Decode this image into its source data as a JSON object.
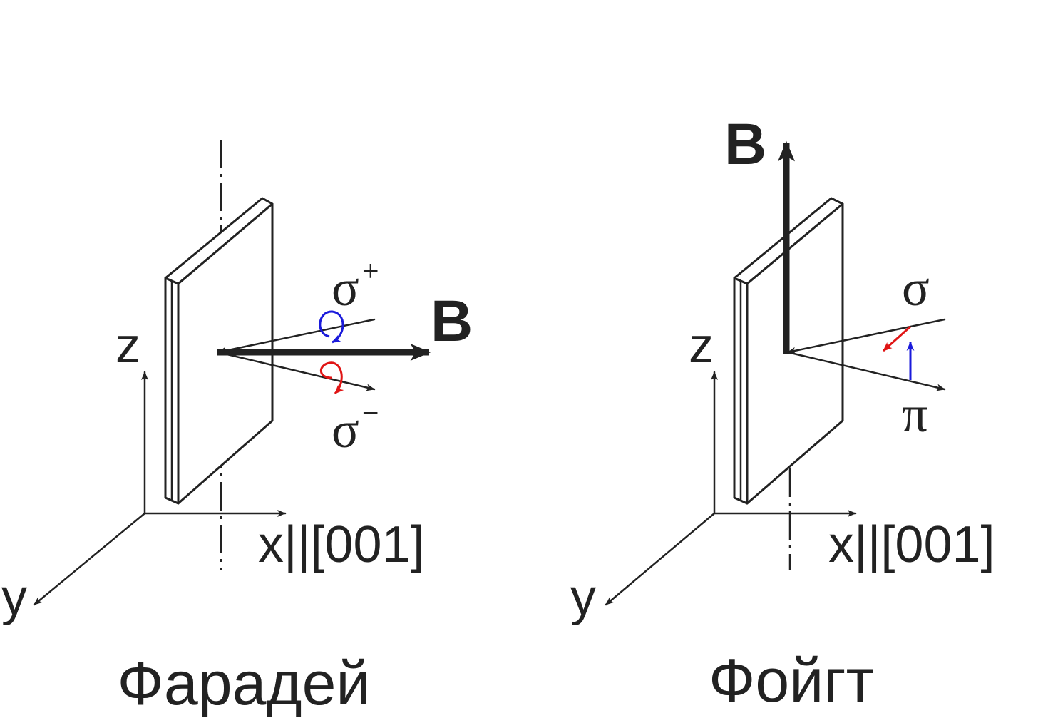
{
  "colors": {
    "ink": "#222222",
    "sigma_plus": "#1a1adb",
    "sigma_minus": "#e01515",
    "sigma": "#e01515",
    "pi": "#1a1adb"
  },
  "faraday": {
    "title": "Фарадей",
    "axis_z": "z",
    "axis_x": "x||[001]",
    "axis_y": "y",
    "field": "B",
    "sigma_plus_base": "σ",
    "sigma_plus_sup": "+",
    "sigma_minus_base": "σ",
    "sigma_minus_sup": "−"
  },
  "voigt": {
    "title": "Фойгт",
    "axis_z": "z",
    "axis_x": "x||[001]",
    "axis_y": "y",
    "field": "B",
    "sigma": "σ",
    "pi": "π"
  }
}
